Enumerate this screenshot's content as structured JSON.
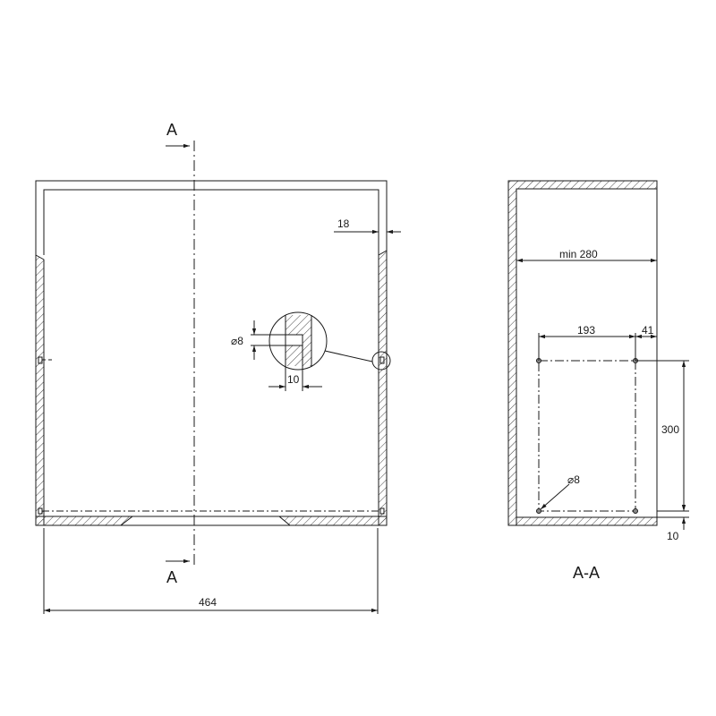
{
  "front_view": {
    "section_marker_top": "A",
    "section_marker_bottom": "A",
    "dim_width": "464",
    "dim_side_thickness": "18",
    "detail_hole_dia": "⌀8",
    "detail_hole_depth": "10"
  },
  "section_view": {
    "title": "A-A",
    "dim_min_depth": "min 280",
    "dim_hole_spacing_h": "193",
    "dim_hole_offset_back": "41",
    "dim_hole_spacing_v": "300",
    "dim_hole_offset_bottom": "10",
    "dim_hole_dia": "⌀8"
  },
  "colors": {
    "line": "#1a1a1a",
    "hatch": "#444444"
  }
}
